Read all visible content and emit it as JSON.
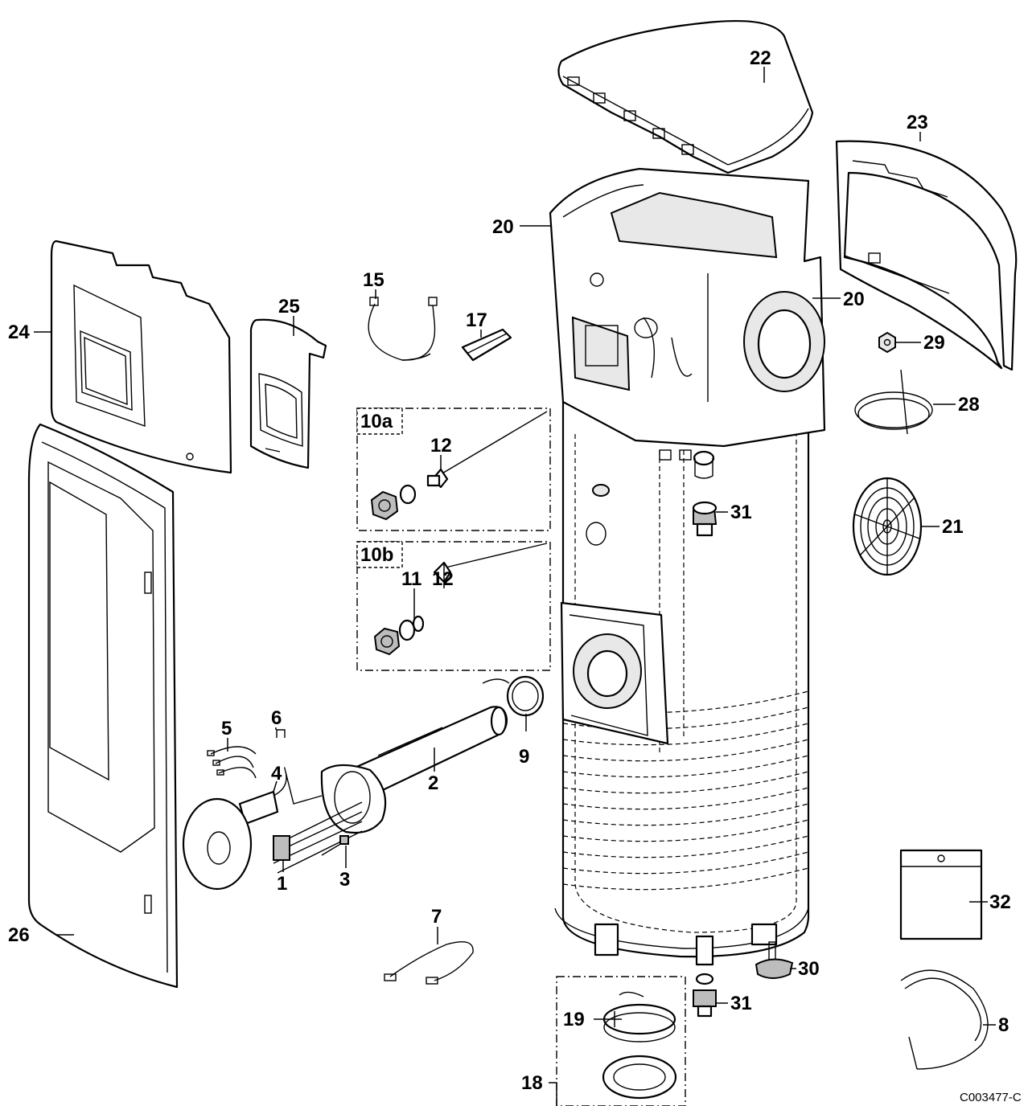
{
  "reference_code": "C003477-C",
  "callouts": {
    "c1": "1",
    "c2": "2",
    "c3": "3",
    "c4": "4",
    "c5": "5",
    "c6": "6",
    "c7": "7",
    "c8": "8",
    "c9": "9",
    "c10a": "10a",
    "c10b": "10b",
    "c11": "11",
    "c12a": "12",
    "c12b": "12",
    "c15": "15",
    "c17": "17",
    "c18": "18",
    "c19": "19",
    "c20a": "20",
    "c20b": "20",
    "c21": "21",
    "c22": "22",
    "c23": "23",
    "c24": "24",
    "c25": "25",
    "c26": "26",
    "c28": "28",
    "c29": "29",
    "c30": "30",
    "c31a": "31",
    "c31b": "31",
    "c32": "32"
  }
}
